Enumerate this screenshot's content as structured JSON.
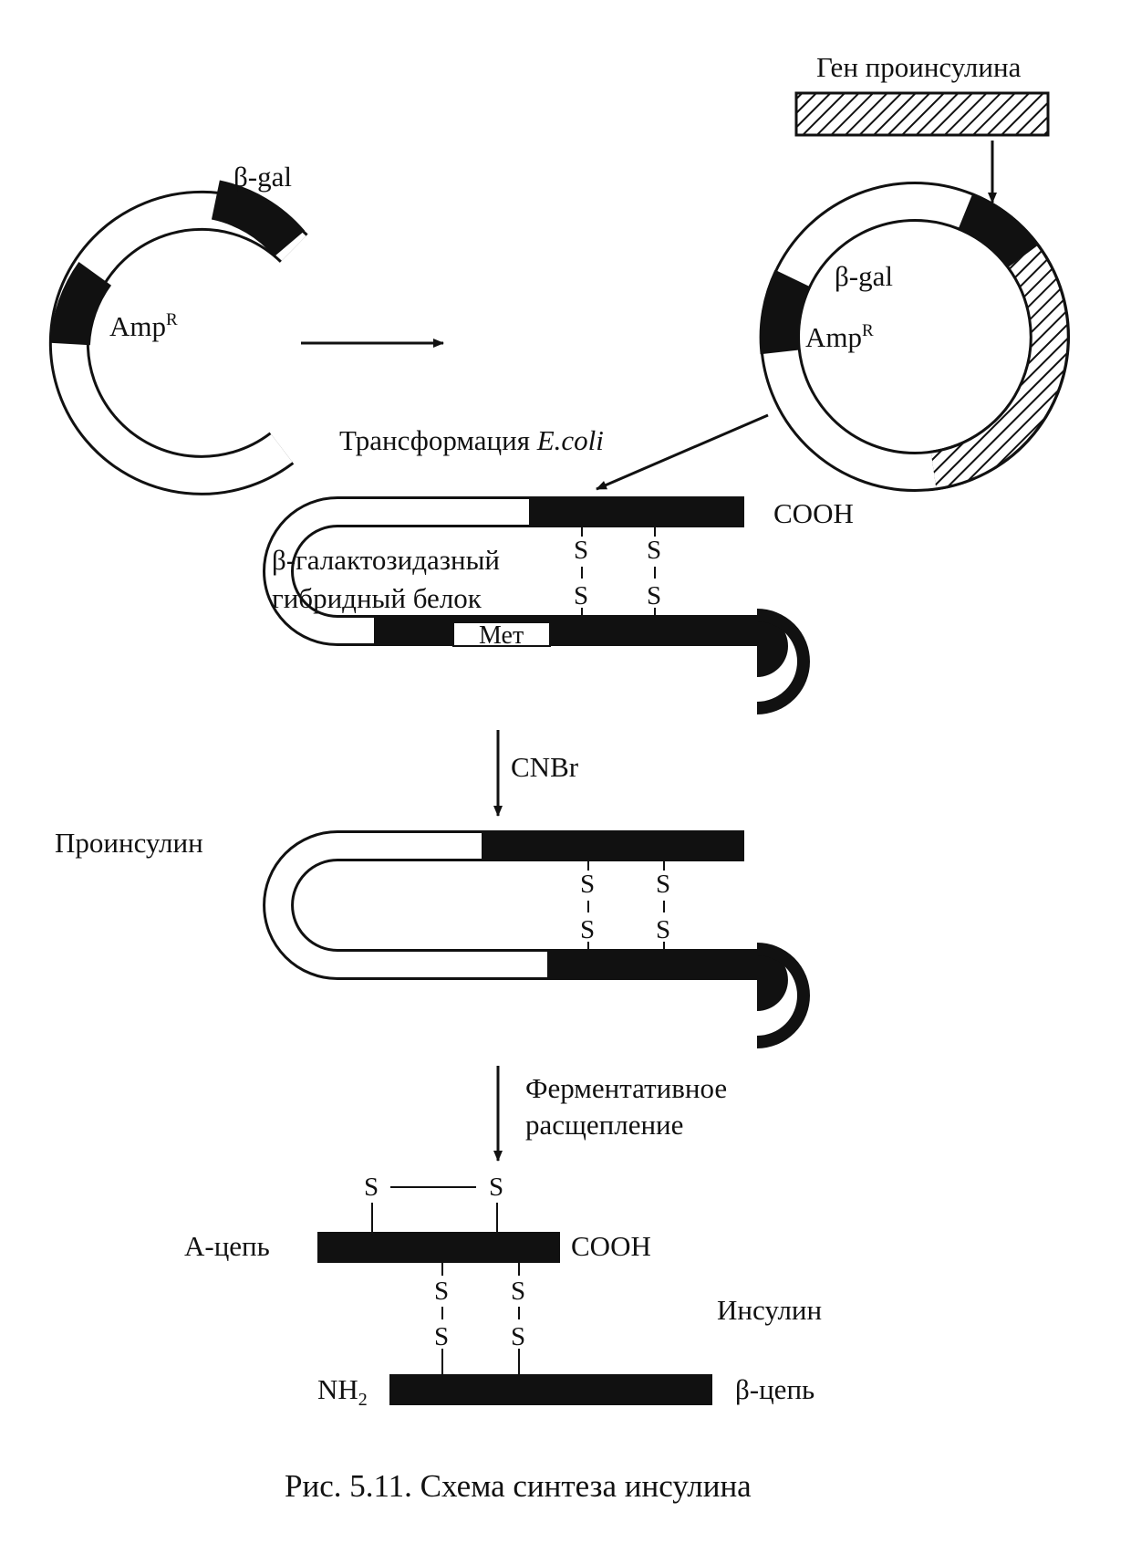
{
  "labels": {
    "gene_proinsulin": "Ген проинсулина",
    "beta_gal": "β-gal",
    "amp": "Amp",
    "amp_sup": "R",
    "transformation": "Трансформация ",
    "ecoli": "E.coli",
    "cooh": "COOH",
    "hybrid_line1": "β-галактозидазный",
    "hybrid_line2": "гибридный белок",
    "met": "Мет",
    "s": "S",
    "cnbr": "CNBr",
    "proinsulin": "Проинсулин",
    "enzymatic_line1": "Ферментативное",
    "enzymatic_line2": "расщепление",
    "a_chain": "А-цепь",
    "insulin": "Инсулин",
    "nh": "NH",
    "nh_sub": "2",
    "b_chain": "β-цепь",
    "caption": "Рис. 5.11. Схема синтеза инсулина"
  },
  "colors": {
    "ink": "#111111",
    "paper": "#ffffff"
  }
}
